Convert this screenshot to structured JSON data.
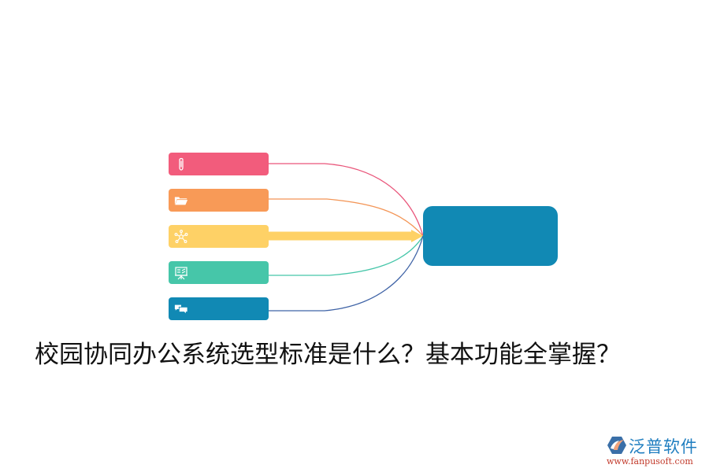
{
  "title": "校园协同办公系统选型标准是什么？基本功能全掌握？",
  "hub": {
    "color": "#1189b4",
    "label": ""
  },
  "nodes": [
    {
      "id": "attachment",
      "icon": "paperclip-icon",
      "color": "#f25c7c",
      "line_color": "#e9557a",
      "label": ""
    },
    {
      "id": "folder",
      "icon": "folder-open-icon",
      "color": "#f89a57",
      "line_color": "#f39556",
      "label": ""
    },
    {
      "id": "network",
      "icon": "network-icon",
      "color": "#fed166",
      "line_color": "#fed166",
      "label": "",
      "highlighted": true
    },
    {
      "id": "presentation",
      "icon": "presentation-board-icon",
      "color": "#46c6a9",
      "line_color": "#46c6a9",
      "label": ""
    },
    {
      "id": "chat",
      "icon": "chat-bubbles-icon",
      "color": "#1189b4",
      "line_color": "#3f63a6",
      "label": ""
    }
  ],
  "logo": {
    "brand": "泛普软件",
    "url": "www.fanpusoft.com",
    "brand_color": "#1f7ec0",
    "url_color": "#c23a2b"
  }
}
